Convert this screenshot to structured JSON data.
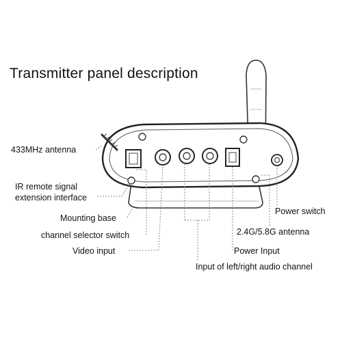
{
  "title": "Transmitter panel description",
  "labels": {
    "antenna_433": "433MHz antenna",
    "ir_line1": "IR remote signal",
    "ir_line2": "extension interface",
    "mounting_base": "Mounting base",
    "channel_selector": "channel selector switch",
    "video_input": "Video input",
    "power_switch": "Power switch",
    "antenna_24_58": "2.4G/5.8G antenna",
    "power_input": "Power Input",
    "audio_input": "Input of left/right audio channel"
  },
  "colors": {
    "line": "#333333",
    "leader": "#888888",
    "text": "#111111"
  }
}
